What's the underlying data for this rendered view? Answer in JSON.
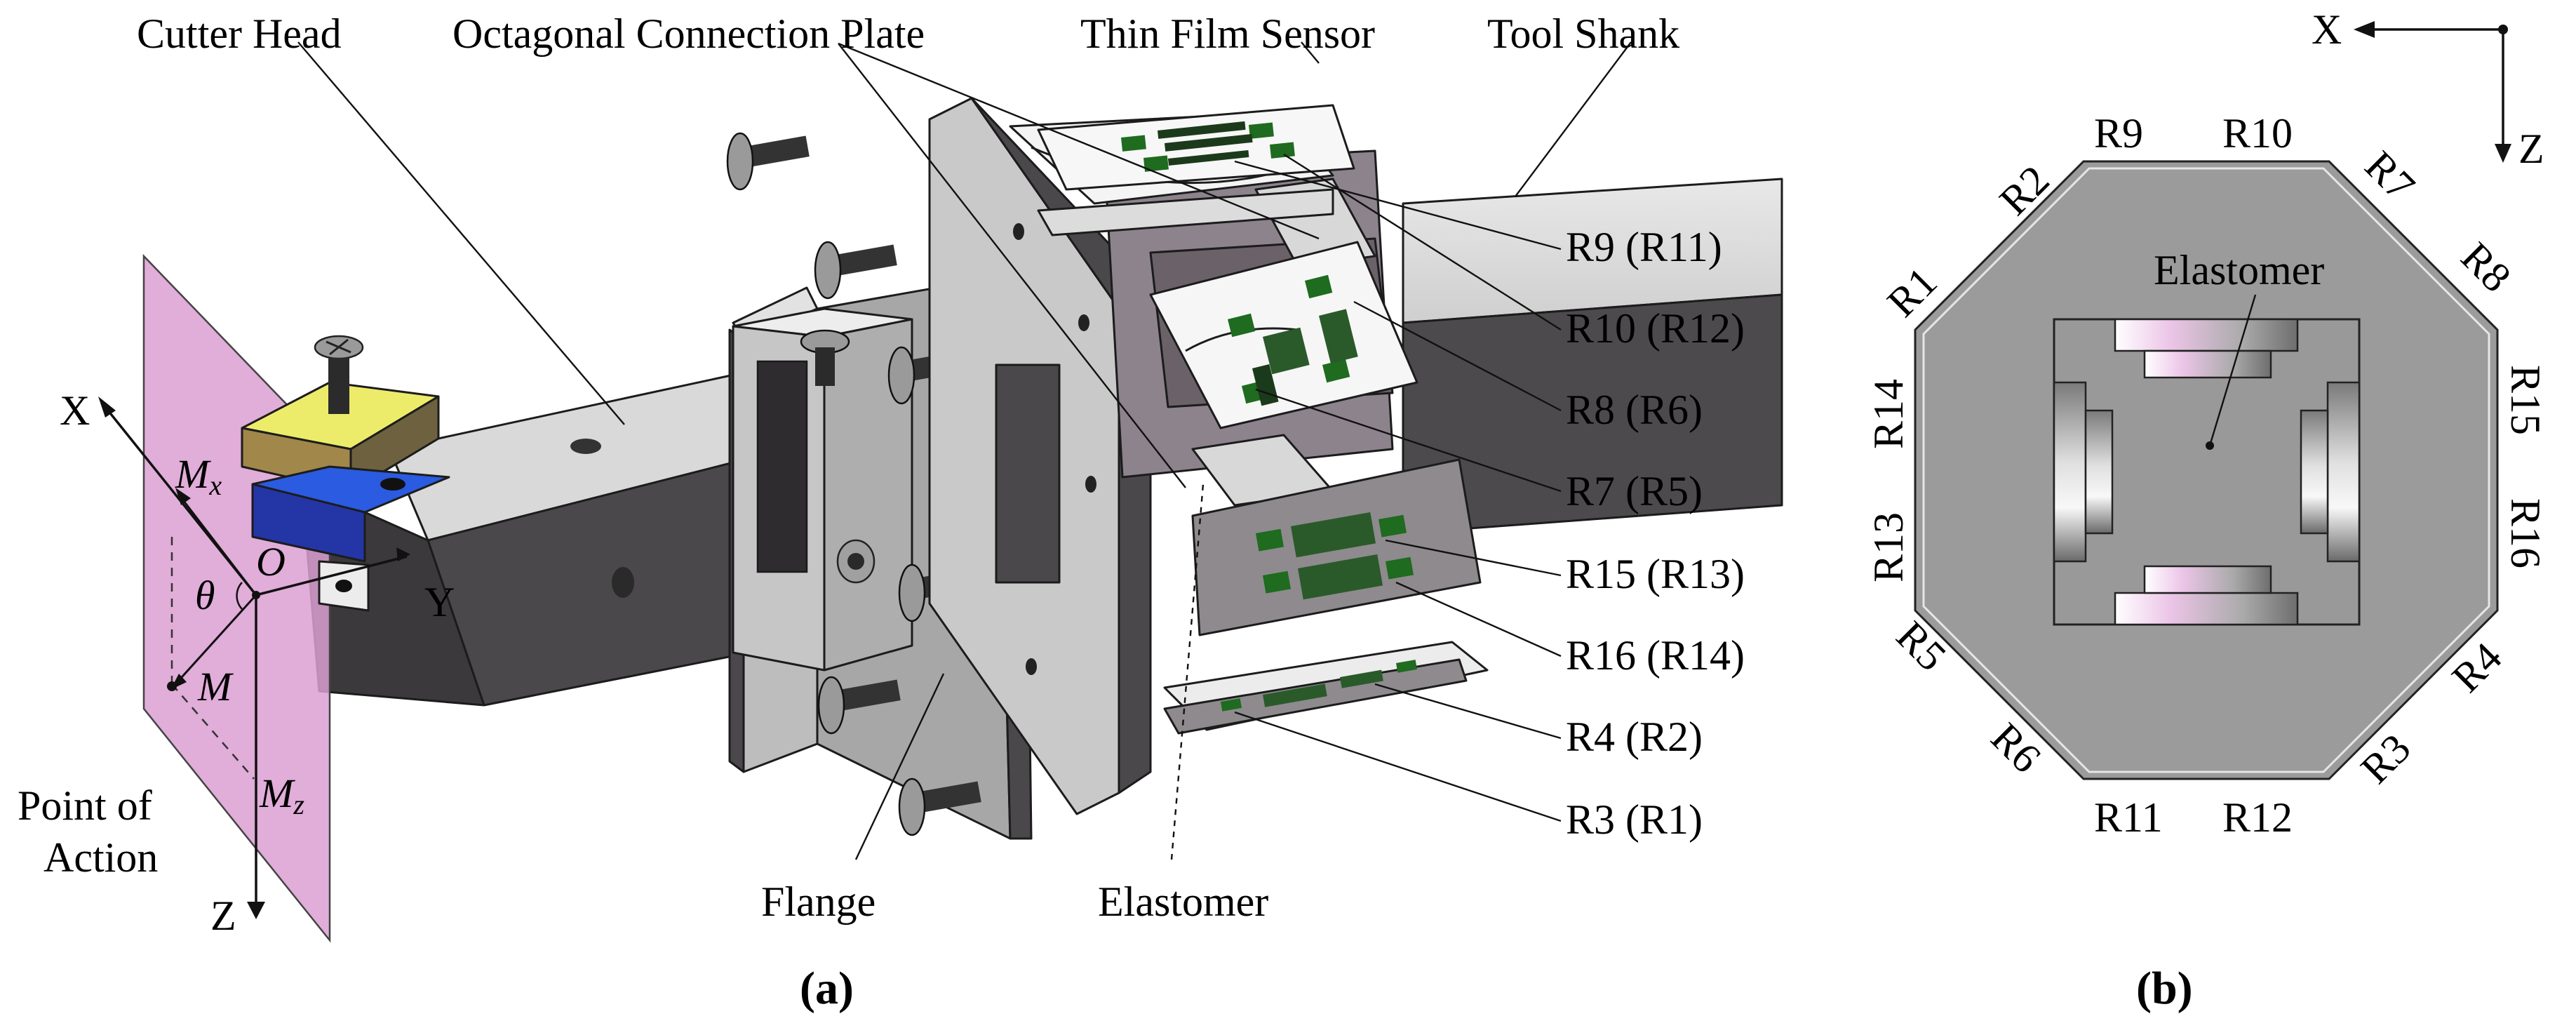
{
  "panel_a": {
    "caption": "(a)",
    "labels": {
      "cutter_head": "Cutter Head",
      "octagonal_plate": "Octagonal Connection Plate",
      "thin_film_sensor": "Thin Film Sensor",
      "tool_shank": "Tool Shank",
      "flange": "Flange",
      "elastomer": "Elastomer",
      "point_of_action_1": "Point of",
      "point_of_action_2": "Action"
    },
    "axes": {
      "x": "X",
      "y": "Y",
      "z": "Z",
      "origin": "O",
      "theta": "θ"
    },
    "moments": {
      "mx_main": "M",
      "mx_sub": "x",
      "mz_main": "M",
      "mz_sub": "z",
      "m": "M"
    },
    "resistors": [
      "R9 (R11)",
      "R10 (R12)",
      "R8 (R6)",
      "R7 (R5)",
      "R15 (R13)",
      "R16 (R14)",
      "R4 (R2)",
      "R3 (R1)"
    ]
  },
  "panel_b": {
    "caption": "(b)",
    "axes": {
      "x": "X",
      "z": "Z"
    },
    "elastomer": "Elastomer",
    "resistors": {
      "r9": "R9",
      "r10": "R10",
      "r2": "R2",
      "r7": "R7",
      "r1": "R1",
      "r8": "R8",
      "r14": "R14",
      "r15": "R15",
      "r13": "R13",
      "r16": "R16",
      "r5": "R5",
      "r4": "R4",
      "r6": "R6",
      "r3": "R3",
      "r11": "R11",
      "r12": "R12"
    }
  },
  "colors": {
    "pink_plane": "#dc9fd2",
    "yellow_insert": "#ecec6a",
    "blue_block": "#2a5be0",
    "dark_gray": "#4d4a4d",
    "light_gray": "#d6d6d6",
    "sensor_green": "#1f6b1f",
    "octagon_fill": "#9b9b9b",
    "slot_pink": "#ecc5e8"
  }
}
